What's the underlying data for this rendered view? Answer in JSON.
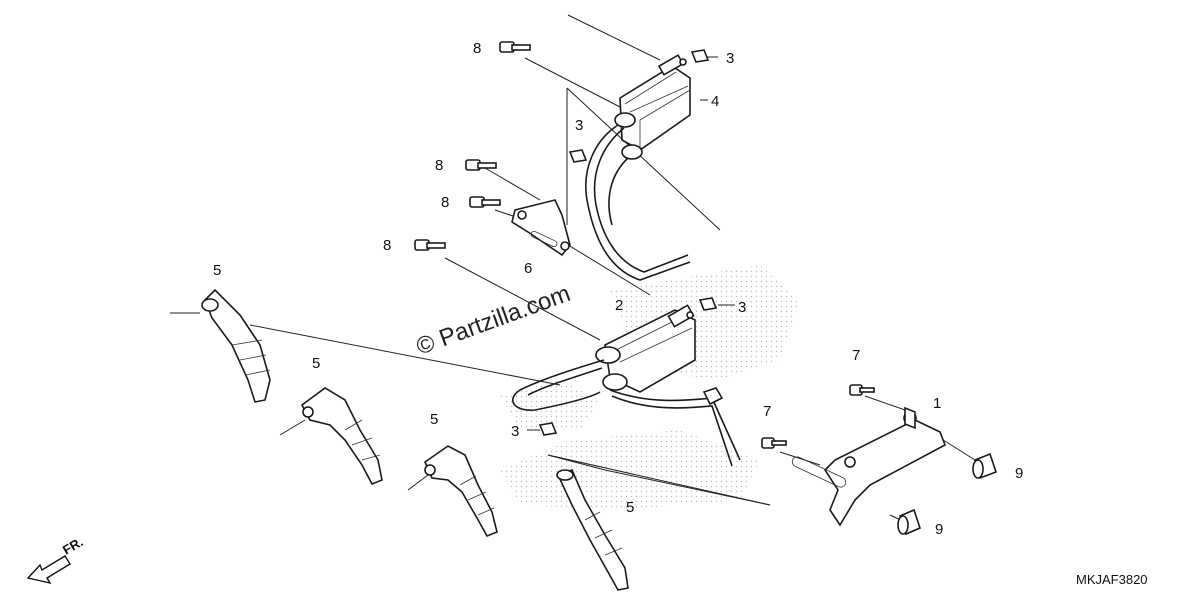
{
  "watermark": "© Partzilla.com",
  "diagram_code": "MKJAF3820",
  "front_marker": "FR.",
  "callouts": {
    "c1": "1",
    "c2": "2",
    "c3a": "3",
    "c3b": "3",
    "c3c": "3",
    "c3d": "3",
    "c4": "4",
    "c5a": "5",
    "c5b": "5",
    "c5c": "5",
    "c5d": "5",
    "c6": "6",
    "c7a": "7",
    "c7b": "7",
    "c8a": "8",
    "c8b": "8",
    "c8c": "8",
    "c8d": "8",
    "c9a": "9",
    "c9b": "9"
  }
}
